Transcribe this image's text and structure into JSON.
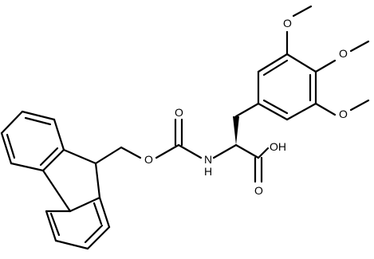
{
  "molecule": {
    "atom_labels": {
      "carbonyl_o": "O",
      "ester_o": "O",
      "nh": "N",
      "nh_h": "H",
      "oh": "OH",
      "acid_o": "O",
      "ome_top_o": "O",
      "ome_right_o": "O",
      "ome_bottom_o": "O"
    },
    "colors": {
      "bond": "#000000",
      "label": "#000000",
      "background": "#ffffff"
    }
  }
}
